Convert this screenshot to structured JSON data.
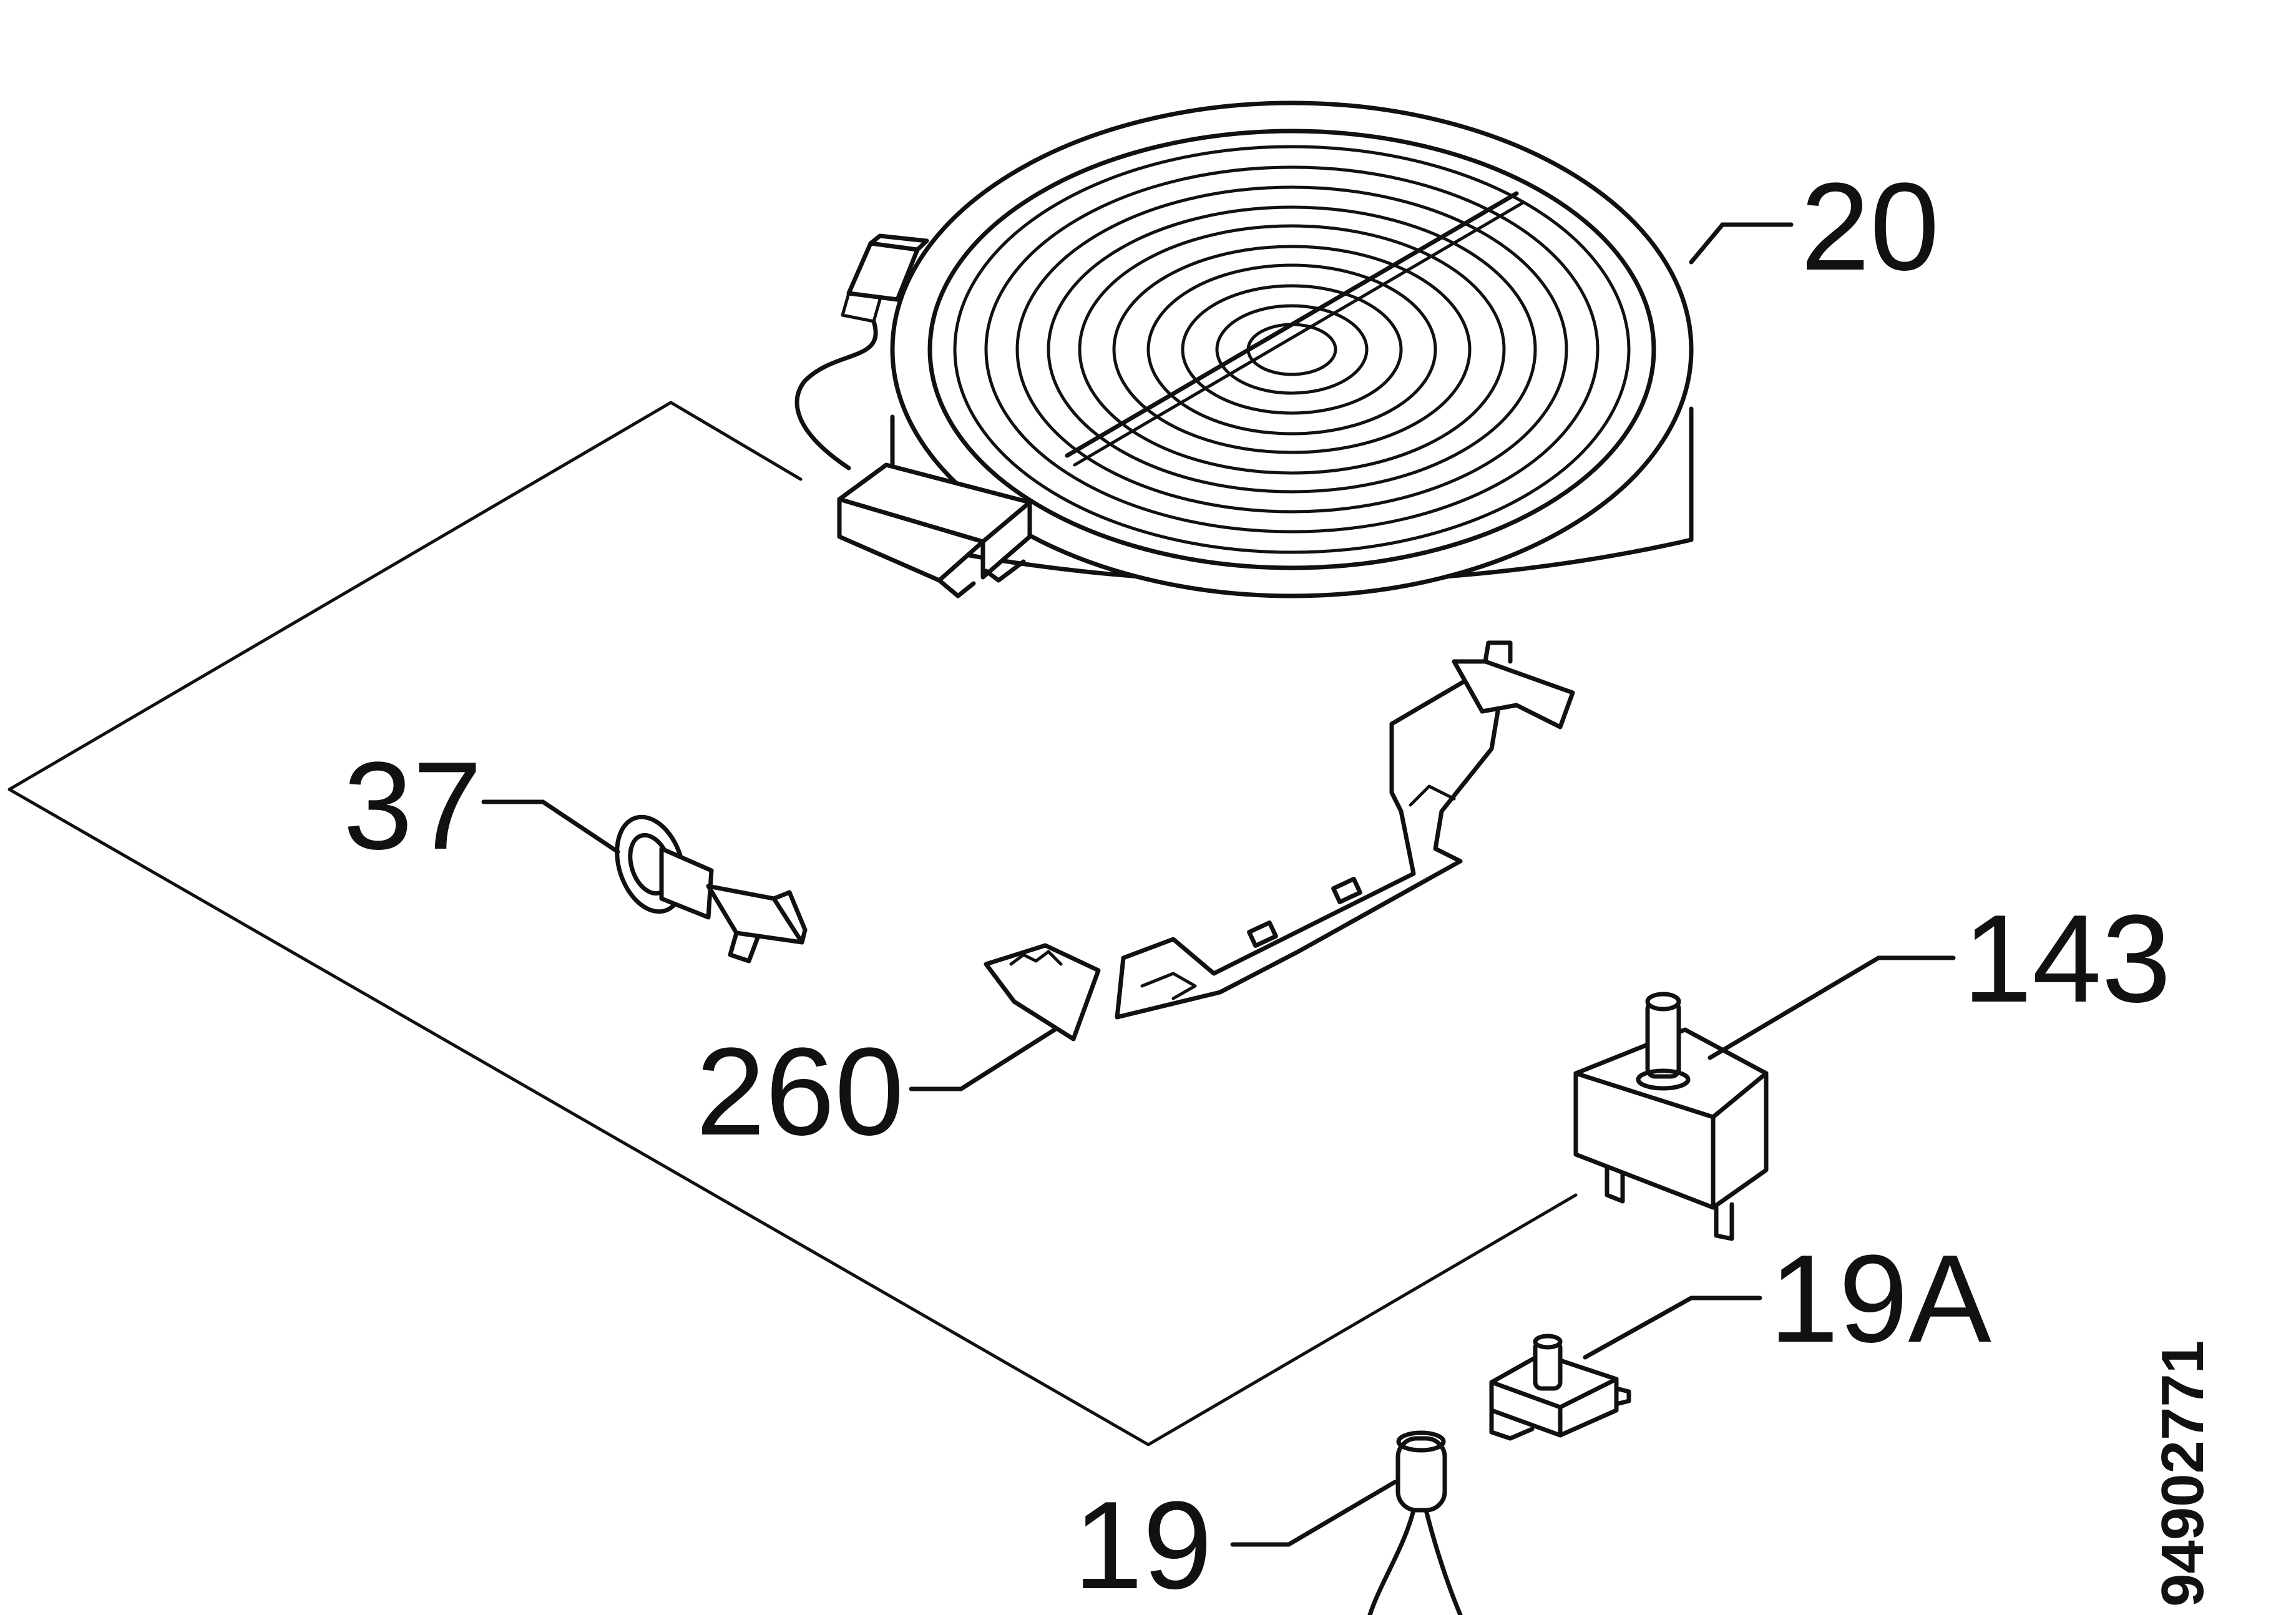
{
  "diagram": {
    "labels": {
      "part_20": "20",
      "part_37": "37",
      "part_260": "260",
      "part_143": "143",
      "part_19A": "19A",
      "part_19": "19"
    },
    "document_number": "94902771"
  }
}
